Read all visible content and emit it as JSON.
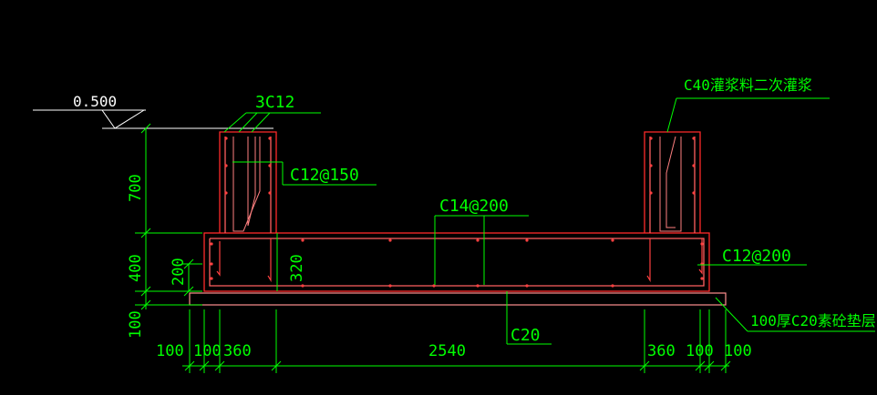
{
  "colors": {
    "background": "#000000",
    "concrete": "#ff2a2a",
    "rebar": "#ff4040",
    "inner_outline": "#ff8080",
    "leader": "#00ff00",
    "text": "#00ff00",
    "dimension": "#00ff00",
    "datum": "#ffffff"
  },
  "labels": {
    "elevation": "0.500",
    "top_bars": "3C12",
    "wall_stirrup": "C12@150",
    "grout": "C40灌浆料二次灌浆",
    "slab_bars": "C14@200",
    "slab_side": "C12@200",
    "blinding": "100厚C20素砼垫层",
    "concrete": "C20",
    "beam_depth": "320"
  },
  "dims_vertical": {
    "wall": "700",
    "slab": "400",
    "haunch": "200",
    "pad": "100"
  },
  "dims_horizontal": [
    "100",
    "100",
    "360",
    "2540",
    "360",
    "100",
    "100"
  ]
}
